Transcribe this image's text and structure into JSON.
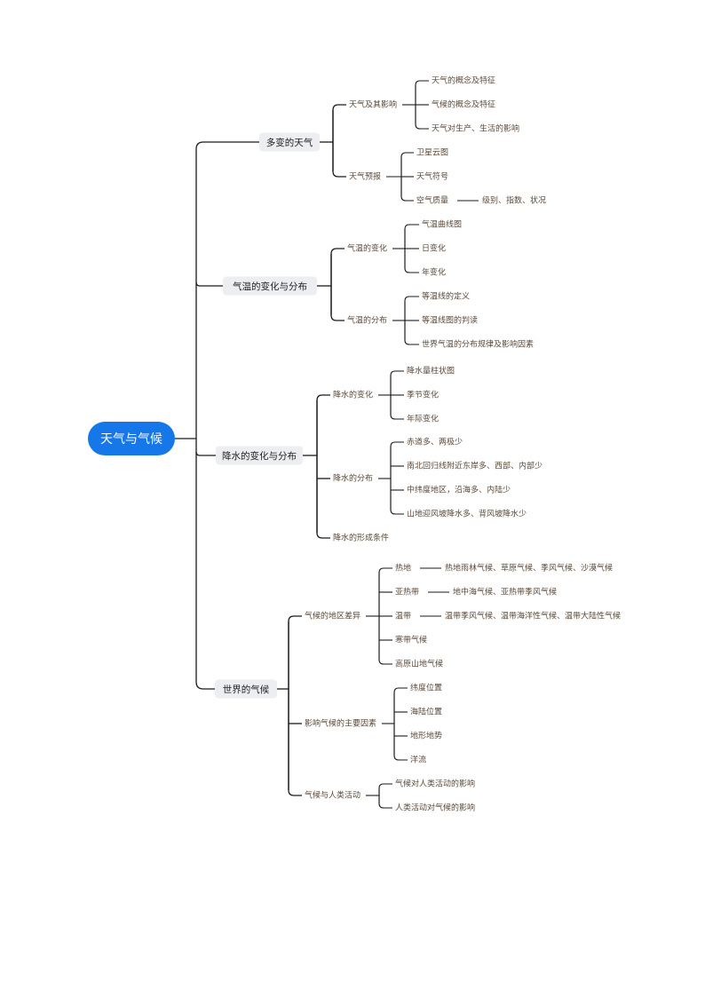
{
  "root": "天气与气候",
  "branches": [
    {
      "label": "多变的天气",
      "children": [
        {
          "label": "天气及其影响",
          "children": [
            {
              "label": "天气的概念及特征"
            },
            {
              "label": "气候的概念及特征"
            },
            {
              "label": "天气对生产、生活的影响"
            }
          ]
        },
        {
          "label": "天气预报",
          "children": [
            {
              "label": "卫星云图"
            },
            {
              "label": "天气符号"
            },
            {
              "label": "空气质量",
              "detail": "级别、指数、状况"
            }
          ]
        }
      ]
    },
    {
      "label": "气温的变化与分布",
      "children": [
        {
          "label": "气温的变化",
          "children": [
            {
              "label": "气温曲线图"
            },
            {
              "label": "日变化"
            },
            {
              "label": "年变化"
            }
          ]
        },
        {
          "label": "气温的分布",
          "children": [
            {
              "label": "等温线的定义"
            },
            {
              "label": "等温线图的判读"
            },
            {
              "label": "世界气温的分布规律及影响因素"
            }
          ]
        }
      ]
    },
    {
      "label": "降水的变化与分布",
      "children": [
        {
          "label": "降水的变化",
          "children": [
            {
              "label": "降水量柱状图"
            },
            {
              "label": "季节变化"
            },
            {
              "label": "年际变化"
            }
          ]
        },
        {
          "label": "降水的分布",
          "children": [
            {
              "label": "赤道多、两极少"
            },
            {
              "label": "南北回归线附近东岸多、西部、内部少"
            },
            {
              "label": "中纬度地区，沿海多、内陆少"
            },
            {
              "label": "山地迎风坡降水多、背风坡降水少"
            }
          ]
        },
        {
          "label": "降水的形成条件"
        }
      ]
    },
    {
      "label": "世界的气候",
      "children": [
        {
          "label": "气候的地区差异",
          "children": [
            {
              "label": "热地",
              "detail": "热地雨林气候、草原气候、季风气候、沙漠气候"
            },
            {
              "label": "亚热带",
              "detail": "地中海气候、亚热带季风气候"
            },
            {
              "label": "温带",
              "detail": "温带季风气候、温带海洋性气候、温带大陆性气候"
            },
            {
              "label": "寒带气候"
            },
            {
              "label": "高原山地气候"
            }
          ]
        },
        {
          "label": "影响气候的主要因素",
          "children": [
            {
              "label": "纬度位置"
            },
            {
              "label": "海陆位置"
            },
            {
              "label": "地形地势"
            },
            {
              "label": "洋流"
            }
          ]
        },
        {
          "label": "气候与人类活动",
          "children": [
            {
              "label": "气候对人类活动的影响"
            },
            {
              "label": "人类活动对气候的影响"
            }
          ]
        }
      ]
    }
  ],
  "colors": {
    "root_fill": "#1677e8",
    "branch_fill": "#eceef1",
    "line": "#1a1a1a",
    "leaf_text": "#5c4a3a"
  }
}
